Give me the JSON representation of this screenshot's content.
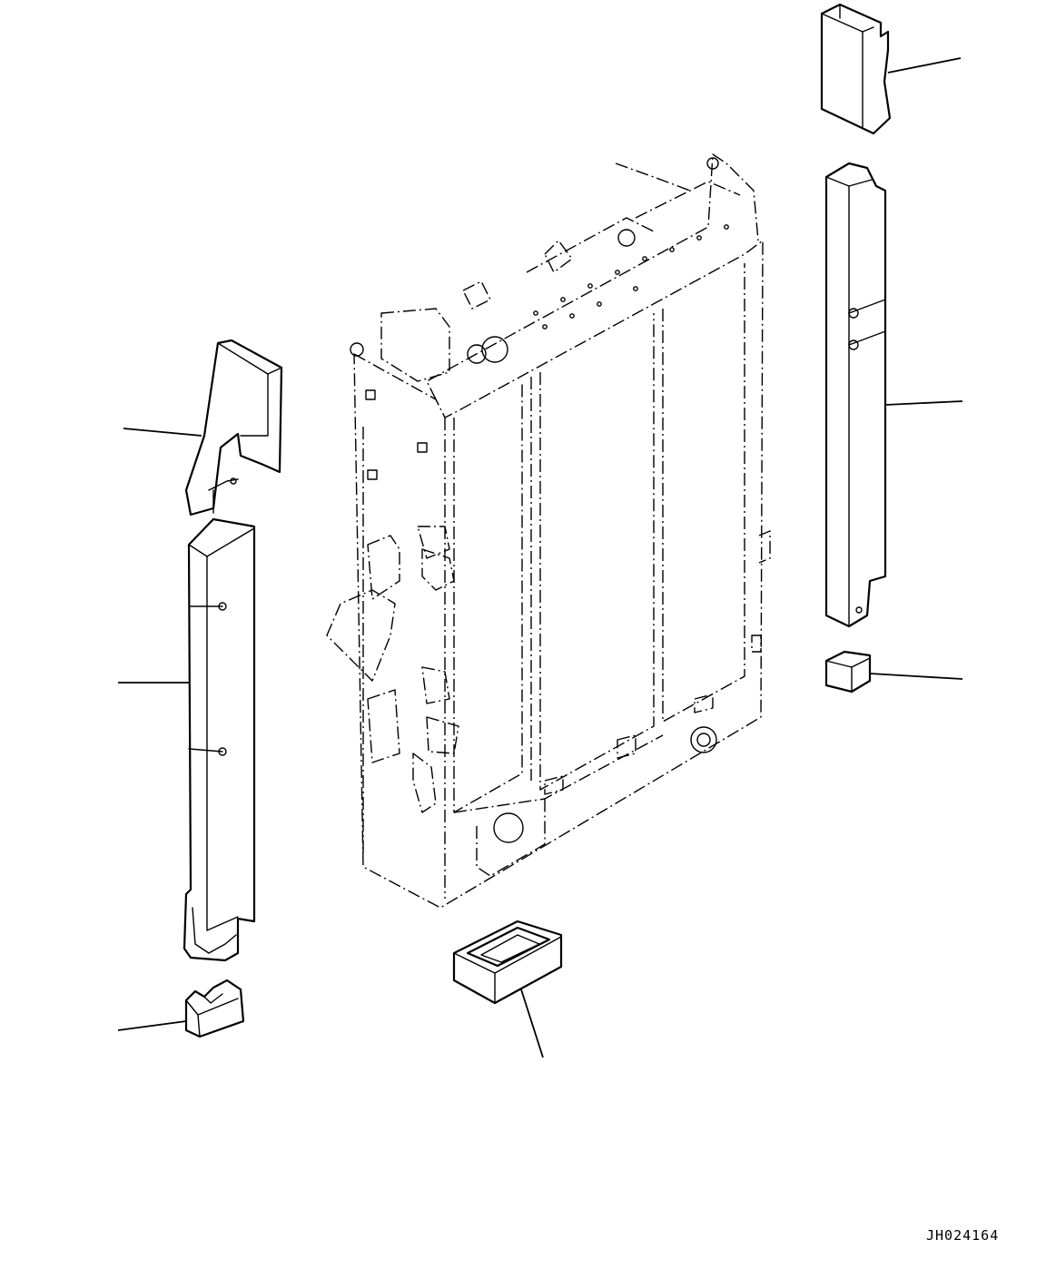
{
  "drawing_id": "JH024164",
  "colors": {
    "line": "#000000",
    "background": "#ffffff"
  },
  "parts": [
    {
      "name": "top-right-cap-block"
    },
    {
      "name": "right-long-seal-bar"
    },
    {
      "name": "right-small-cube"
    },
    {
      "name": "left-upper-bracket-seal"
    },
    {
      "name": "left-long-seal-bar"
    },
    {
      "name": "left-bottom-notched-block"
    },
    {
      "name": "bottom-frame-seal"
    },
    {
      "name": "radiator-core-assembly"
    }
  ]
}
